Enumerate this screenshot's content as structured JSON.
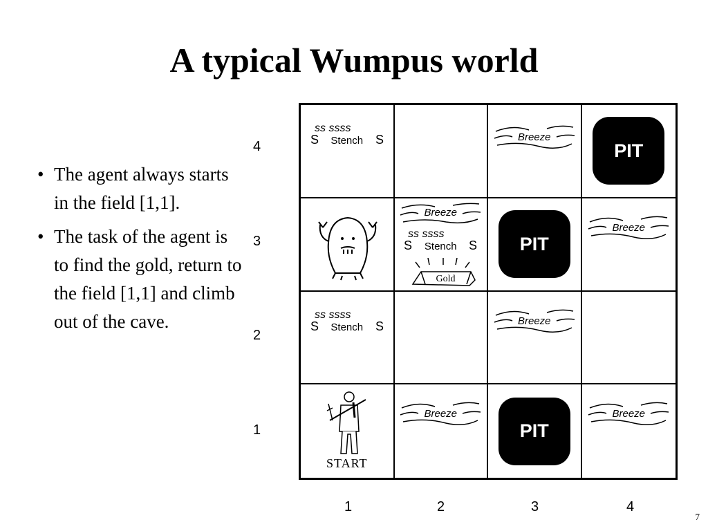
{
  "slide": {
    "title": "A typical Wumpus world",
    "page_number": "7"
  },
  "bullets": [
    "The agent always starts in the field [1,1].",
    " The task of the agent is to find the gold, return to the field [1,1] and climb out of the cave."
  ],
  "grid": {
    "row_labels": [
      "4",
      "3",
      "2",
      "1"
    ],
    "col_labels": [
      "1",
      "2",
      "3",
      "4"
    ],
    "pit_label": "PIT",
    "breeze_label": "Breeze",
    "stench_label": "Stench",
    "gold_label": "Gold",
    "start_label": "START"
  }
}
